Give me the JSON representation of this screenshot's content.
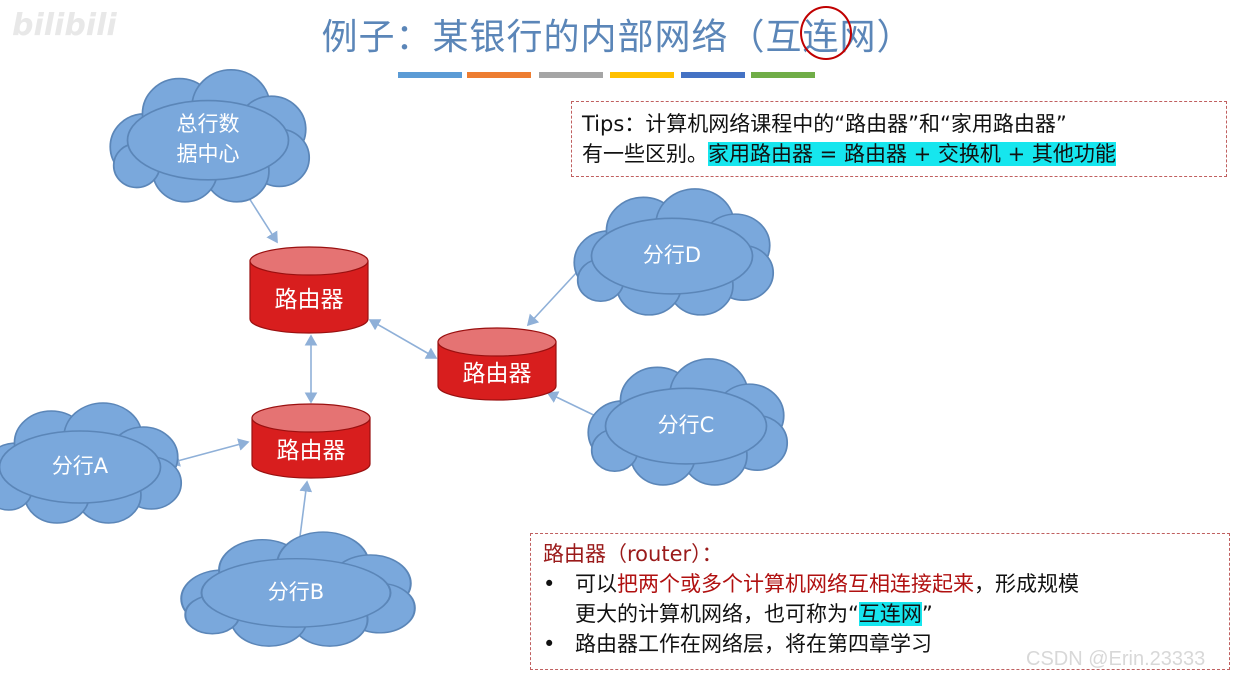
{
  "watermark": "bilibili",
  "title": "例子：某银行的内部网络（互连网）",
  "stripe_colors": [
    "#5b9bd5",
    "#ed7d31",
    "#a5a5a5",
    "#ffc000",
    "#4472c4",
    "#70ad47"
  ],
  "tips": {
    "line1": "Tips：计算机网络课程中的“路由器”和“家用路由器”",
    "line2_plain": "有一些区别。",
    "line2_highlight": "家用路由器 = 路由器 + 交换机 + 其他功能"
  },
  "diagram": {
    "clouds": {
      "hq": [
        "总行数",
        "据中心"
      ],
      "branch_a": "分行A",
      "branch_b": "分行B",
      "branch_c": "分行C",
      "branch_d": "分行D"
    },
    "routers": {
      "r1": "路由器",
      "r2": "路由器",
      "r3": "路由器"
    },
    "colors": {
      "cloud_fill": "#7aa8dc",
      "cloud_stroke": "#5b86b8",
      "router_fill": "#d81e1e",
      "router_top": "#e57373",
      "arrow": "#8fb0d8"
    }
  },
  "router_box": {
    "heading": "路由器（router）：",
    "bullet1_pre": "可以",
    "bullet1_red": "把两个或多个计算机网络互相连接起来",
    "bullet1_post": "，形成规模",
    "bullet1_line2_pre": "更大的计算机网络，也可称为“",
    "bullet1_line2_hl": "互连网",
    "bullet1_line2_post": "”",
    "bullet2": "路由器工作在网络层，将在第四章学习"
  },
  "csdn_watermark": "CSDN @Erin.23333"
}
